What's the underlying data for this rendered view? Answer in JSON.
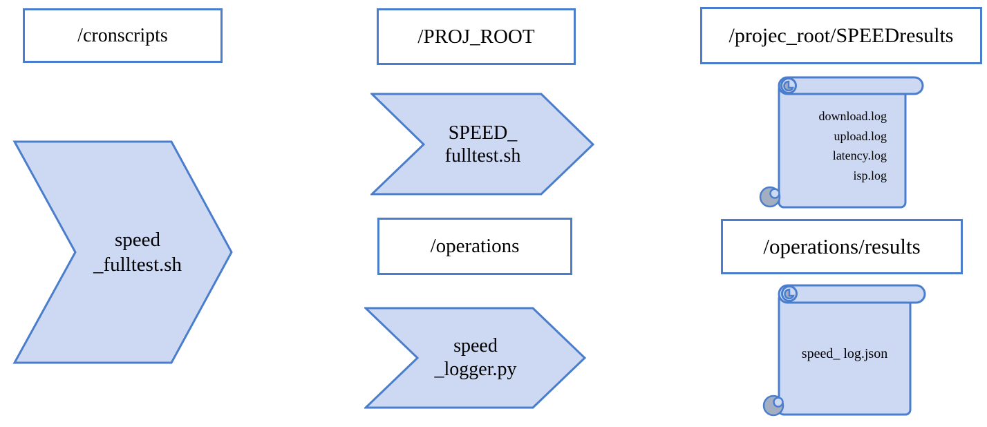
{
  "diagram": {
    "column_left": {
      "folder_box_label": "/cronscripts",
      "script_chevron_label": "speed\n_fulltest.sh"
    },
    "column_middle": {
      "folder_box_top_label": "/PROJ_ROOT",
      "script_chevron_top_label": "SPEED_\nfulltest.sh",
      "folder_box_bottom_label": "/operations",
      "script_chevron_bottom_label": "speed\n_logger.py"
    },
    "column_right": {
      "folder_box_top_label": "/projec_root/SPEEDresults",
      "log_scroll_files": [
        "download.log",
        "upload.log",
        "latency.log",
        "isp.log"
      ],
      "folder_box_bottom_label": "/operations/results",
      "result_scroll_files": [
        "speed_ log.json"
      ]
    },
    "colors": {
      "shape_fill": "#cdd9f3",
      "shape_stroke": "#4a7dcb",
      "scroll_curl_gray": "#a3aec2",
      "box_fill": "#ffffff",
      "text": "#000000",
      "background": "#ffffff"
    }
  }
}
